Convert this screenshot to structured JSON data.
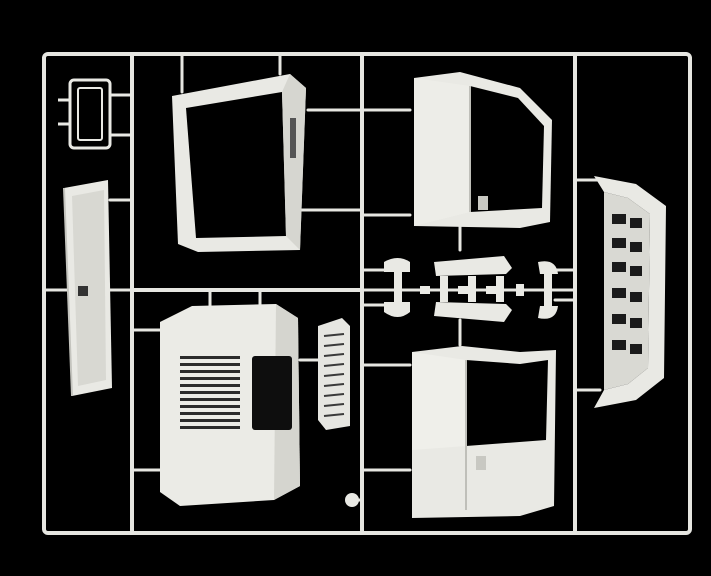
{
  "photo": {
    "subject": "model-kit-sprue",
    "background_color": "#000000",
    "plastic_color": "#e9e9e4",
    "plastic_shadow_color": "#c9c9c3",
    "plastic_highlight_color": "#f7f7f3",
    "parts": [
      "mirror",
      "rear-window-frame",
      "upper-door-panel",
      "rear-bumper",
      "front-grille",
      "small-brackets",
      "hood",
      "vent-grille",
      "lower-door-panel"
    ]
  }
}
